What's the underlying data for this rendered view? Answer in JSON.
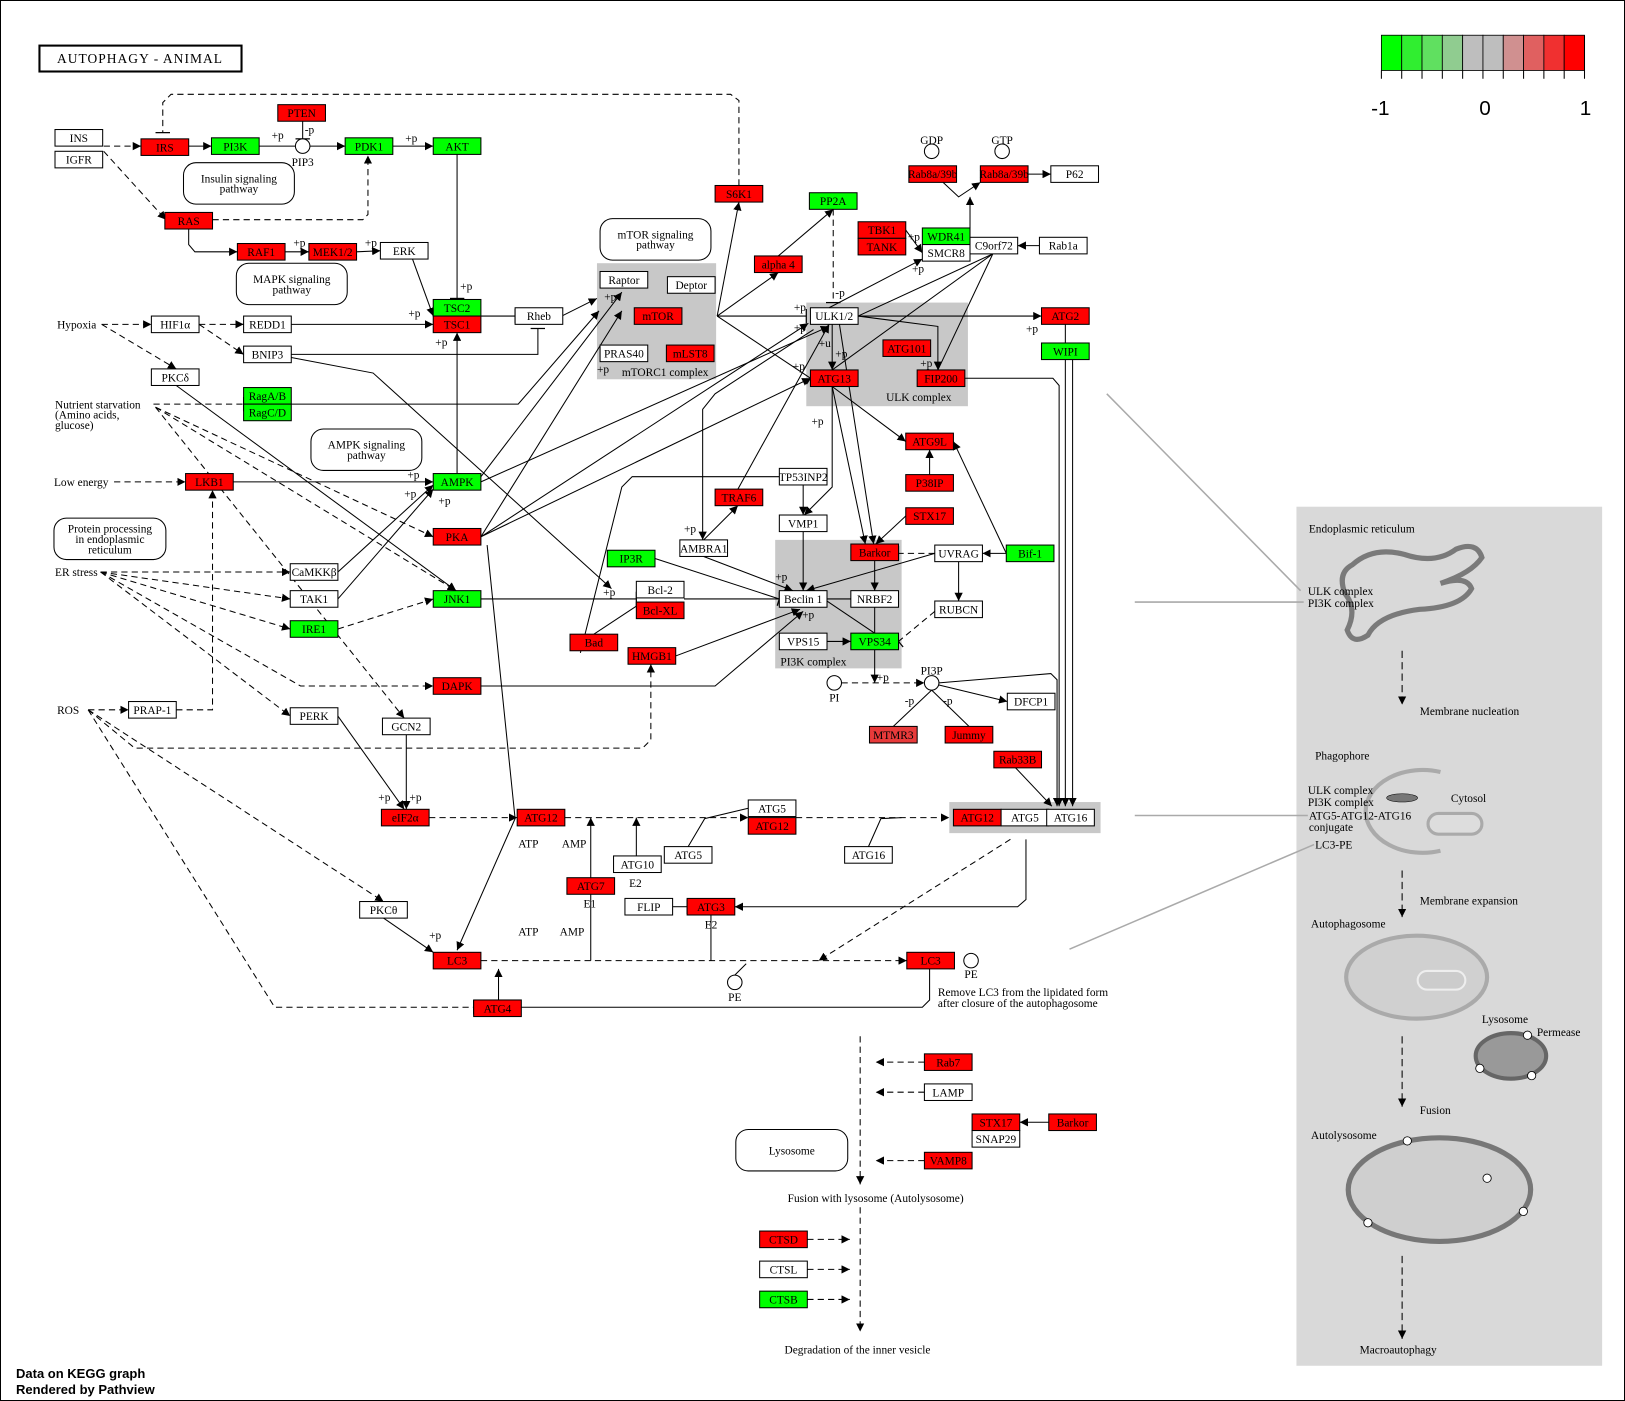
{
  "title": "AUTOPHAGY - ANIMAL",
  "legend": {
    "colors": [
      "#00ff00",
      "#30ee30",
      "#60e060",
      "#90cc90",
      "#bebebe",
      "#bebebe",
      "#d09090",
      "#e06060",
      "#f03030",
      "#ff0000"
    ],
    "min_label": "-1",
    "mid_label": "0",
    "max_label": "1"
  },
  "expression_colors": {
    "up": "#ff0000",
    "down": "#00ff00",
    "none": "#ffffff",
    "mild_up": "#e83a3a"
  },
  "nodes": {
    "ins": {
      "label": "INS",
      "state": "none"
    },
    "igfr": {
      "label": "IGFR",
      "state": "none"
    },
    "irs": {
      "label": "IRS",
      "state": "up"
    },
    "pi3k": {
      "label": "PI3K",
      "state": "down"
    },
    "pten": {
      "label": "PTEN",
      "state": "up"
    },
    "pdk1": {
      "label": "PDK1",
      "state": "down"
    },
    "akt": {
      "label": "AKT",
      "state": "down"
    },
    "ras": {
      "label": "RAS",
      "state": "up"
    },
    "raf1": {
      "label": "RAF1",
      "state": "up"
    },
    "mek": {
      "label": "MEK1/2",
      "state": "up"
    },
    "erk": {
      "label": "ERK",
      "state": "none"
    },
    "tsc2": {
      "label": "TSC2",
      "state": "down"
    },
    "tsc1": {
      "label": "TSC1",
      "state": "up"
    },
    "rheb": {
      "label": "Rheb",
      "state": "none"
    },
    "raptor": {
      "label": "Raptor",
      "state": "none"
    },
    "deptor": {
      "label": "Deptor",
      "state": "none"
    },
    "mtor": {
      "label": "mTOR",
      "state": "up"
    },
    "pras40": {
      "label": "PRAS40",
      "state": "none"
    },
    "mlst8": {
      "label": "mLST8",
      "state": "up"
    },
    "s6k1": {
      "label": "S6K1",
      "state": "up"
    },
    "pp2a": {
      "label": "PP2A",
      "state": "down"
    },
    "alpha4": {
      "label": "alpha 4",
      "state": "up"
    },
    "rab8a": {
      "label": "Rab8a/39b",
      "state": "up"
    },
    "rab8b": {
      "label": "Rab8a/39b",
      "state": "up"
    },
    "p62": {
      "label": "P62",
      "state": "none"
    },
    "tbk1": {
      "label": "TBK1",
      "state": "up"
    },
    "tank": {
      "label": "TANK",
      "state": "up"
    },
    "wdr41": {
      "label": "WDR41",
      "state": "down"
    },
    "smcr8": {
      "label": "SMCR8",
      "state": "none"
    },
    "c9orf72": {
      "label": "C9orf72",
      "state": "none"
    },
    "rab1a": {
      "label": "Rab1a",
      "state": "none"
    },
    "ulk12": {
      "label": "ULK1/2",
      "state": "none"
    },
    "atg13": {
      "label": "ATG13",
      "state": "up"
    },
    "atg101": {
      "label": "ATG101",
      "state": "up"
    },
    "fip200": {
      "label": "FIP200",
      "state": "up"
    },
    "atg2": {
      "label": "ATG2",
      "state": "up"
    },
    "wipi": {
      "label": "WIPI",
      "state": "down"
    },
    "atg9l": {
      "label": "ATG9L",
      "state": "up"
    },
    "p38ip": {
      "label": "P38IP",
      "state": "up"
    },
    "stx17a": {
      "label": "STX17",
      "state": "up"
    },
    "hif1a": {
      "label": "HIF1α",
      "state": "none"
    },
    "redd1": {
      "label": "REDD1",
      "state": "none"
    },
    "bnip3": {
      "label": "BNIP3",
      "state": "none"
    },
    "pkcd": {
      "label": "PKCδ",
      "state": "none"
    },
    "ragab": {
      "label": "RagA/B",
      "state": "down"
    },
    "ragcd": {
      "label": "RagC/D",
      "state": "down"
    },
    "lkb1": {
      "label": "LKB1",
      "state": "up"
    },
    "ampk": {
      "label": "AMPK",
      "state": "down"
    },
    "pka": {
      "label": "PKA",
      "state": "up"
    },
    "camkkb": {
      "label": "CaMKKβ",
      "state": "none"
    },
    "tak1": {
      "label": "TAK1",
      "state": "none"
    },
    "ire1": {
      "label": "IRE1",
      "state": "down"
    },
    "jnk1": {
      "label": "JNK1",
      "state": "down"
    },
    "tp53inp2": {
      "label": "TP53INP2",
      "state": "none"
    },
    "traf6": {
      "label": "TRAF6",
      "state": "up"
    },
    "vmp1": {
      "label": "VMP1",
      "state": "none"
    },
    "ambra1": {
      "label": "AMBRA1",
      "state": "none"
    },
    "ip3r": {
      "label": "IP3R",
      "state": "down"
    },
    "bcl2": {
      "label": "Bcl-2",
      "state": "none"
    },
    "bclxl": {
      "label": "Bcl-XL",
      "state": "up"
    },
    "bad": {
      "label": "Bad",
      "state": "up"
    },
    "hmgb1": {
      "label": "HMGB1",
      "state": "up"
    },
    "barkor1": {
      "label": "Barkor",
      "state": "up"
    },
    "uvrag": {
      "label": "UVRAG",
      "state": "none"
    },
    "bif1": {
      "label": "Bif-1",
      "state": "down"
    },
    "beclin1": {
      "label": "Beclin 1",
      "state": "none"
    },
    "nrbf2": {
      "label": "NRBF2",
      "state": "none"
    },
    "rubcn": {
      "label": "RUBCN",
      "state": "none"
    },
    "vps15": {
      "label": "VPS15",
      "state": "none"
    },
    "vps34": {
      "label": "VPS34",
      "state": "down"
    },
    "dfcp1": {
      "label": "DFCP1",
      "state": "none"
    },
    "mtmr3": {
      "label": "MTMR3",
      "state": "mild_up"
    },
    "jummy": {
      "label": "Jummy",
      "state": "up"
    },
    "rab33b": {
      "label": "Rab33B",
      "state": "up"
    },
    "dapk": {
      "label": "DAPK",
      "state": "up"
    },
    "perk": {
      "label": "PERK",
      "state": "none"
    },
    "gcn2": {
      "label": "GCN2",
      "state": "none"
    },
    "prap1": {
      "label": "PRAP-1",
      "state": "none"
    },
    "eif2a": {
      "label": "eIF2α",
      "state": "up"
    },
    "atg12a": {
      "label": "ATG12",
      "state": "up"
    },
    "atg5a": {
      "label": "ATG5",
      "state": "none"
    },
    "atg12b": {
      "label": "ATG12",
      "state": "up"
    },
    "atg10": {
      "label": "ATG10",
      "state": "none"
    },
    "atg5b": {
      "label": "ATG5",
      "state": "none"
    },
    "atg7": {
      "label": "ATG7",
      "state": "up"
    },
    "atg16a": {
      "label": "ATG16",
      "state": "none"
    },
    "flip": {
      "label": "FLIP",
      "state": "none"
    },
    "atg3": {
      "label": "ATG3",
      "state": "up"
    },
    "atg12c": {
      "label": "ATG12",
      "state": "up"
    },
    "atg5c": {
      "label": "ATG5",
      "state": "none"
    },
    "atg16c": {
      "label": "ATG16",
      "state": "none"
    },
    "pkct": {
      "label": "PKCθ",
      "state": "none"
    },
    "lc3a": {
      "label": "LC3",
      "state": "up"
    },
    "lc3b": {
      "label": "LC3",
      "state": "up"
    },
    "atg4": {
      "label": "ATG4",
      "state": "up"
    },
    "rab7": {
      "label": "Rab7",
      "state": "up"
    },
    "lamp": {
      "label": "LAMP",
      "state": "none"
    },
    "stx17b": {
      "label": "STX17",
      "state": "up"
    },
    "snap29": {
      "label": "SNAP29",
      "state": "none"
    },
    "barkor2": {
      "label": "Barkor",
      "state": "up"
    },
    "vamp8": {
      "label": "VAMP8",
      "state": "up"
    },
    "ctsd": {
      "label": "CTSD",
      "state": "up"
    },
    "ctsl": {
      "label": "CTSL",
      "state": "none"
    },
    "ctsb": {
      "label": "CTSB",
      "state": "down"
    }
  },
  "pathway_links": {
    "insulin": [
      "Insulin signaling",
      "pathway"
    ],
    "mapk": [
      "MAPK signaling",
      "pathway"
    ],
    "mtor": [
      "mTOR signaling",
      "pathway"
    ],
    "ampk": [
      "AMPK signaling",
      "pathway"
    ],
    "er": [
      "Protein processing",
      "in endoplasmic",
      "reticulum"
    ],
    "lysosome": [
      "Lysosome"
    ]
  },
  "complexes": {
    "mtorc1": "mTORC1 complex",
    "ulk": "ULK complex",
    "pi3k": "PI3K complex"
  },
  "stimuli": {
    "hypoxia": "Hypoxia",
    "nutrient": [
      "Nutrient starvation",
      "(Amino acids,",
      "glucose)"
    ],
    "low_energy": "Low energy",
    "er_stress": "ER stress",
    "ros": "ROS"
  },
  "compounds": {
    "pip3": "PIP3",
    "gdp": "GDP",
    "gtp": "GTP",
    "pi": "PI",
    "pi3p": "PI3P",
    "pe": "PE"
  },
  "small_labels": {
    "plus_p": "+p",
    "minus_p": "-p",
    "plus_u": "+u",
    "atp": "ATP",
    "amp": "AMP",
    "e1": "E1",
    "e2": "E2"
  },
  "notes": {
    "remove_lc3": [
      "Remove LC3 from the lipidated form",
      "after closure of the autophagosome"
    ],
    "fusion": "Fusion with lysosome (Autolysosome)",
    "degradation": "Degradation of the inner vesicle"
  },
  "panel": {
    "er": "Endoplasmic reticulum",
    "ulk1": "ULK complex",
    "pi3k1": "PI3K complex",
    "nucleation": "Membrane nucleation",
    "phagophore": "Phagophore",
    "ulk2": "ULK complex",
    "pi3k2": "PI3K complex",
    "conj1": "ATG5-ATG12-ATG16",
    "conj2": "conjugate",
    "lc3pe": "LC3-PE",
    "cytosol": "Cytosol",
    "expansion": "Membrane expansion",
    "autophagosome": "Autophagosome",
    "lysosome": "Lysosome",
    "permease": "Permease",
    "fusion": "Fusion",
    "autolysosome": "Autolysosome",
    "macro": "Macroautophagy"
  },
  "footer": {
    "line1": "Data on KEGG graph",
    "line2": "Rendered by Pathview"
  }
}
